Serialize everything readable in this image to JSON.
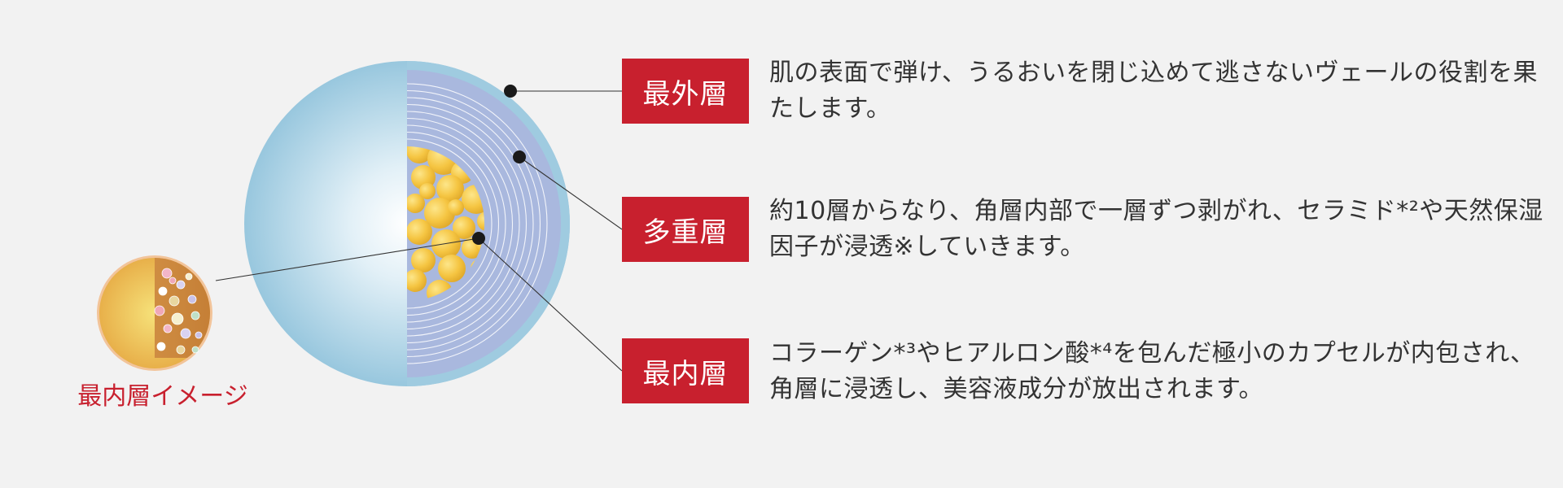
{
  "layers": {
    "outer": {
      "tag": "最外層",
      "description": "肌の表面で弾け、うるおいを閉じ込めて逃さないヴェールの役割を果たします。"
    },
    "middle": {
      "tag": "多重層",
      "description": "約10層からなり、角層内部で一層ずつ剥がれ、セラミド*²や天然保湿因子が浸透※していきます。"
    },
    "inner": {
      "tag": "最内層",
      "description": "コラーゲン*³やヒアルロン酸*⁴を包んだ極小のカプセルが内包され、角層に浸透し、美容液成分が放出されます。"
    },
    "inner_image_caption": "最内層イメージ"
  },
  "colors": {
    "accent_red": "#c8202e",
    "sphere_blue": "#9fcbe0",
    "ring_lavender": "#a9b8de",
    "capsule_gold": "#f0c040",
    "text": "#333333",
    "background": "#f2f2f2"
  },
  "icons": [
    "capsule-sphere-diagram",
    "inner-layer-sphere-icon",
    "leader-dot-marker"
  ]
}
